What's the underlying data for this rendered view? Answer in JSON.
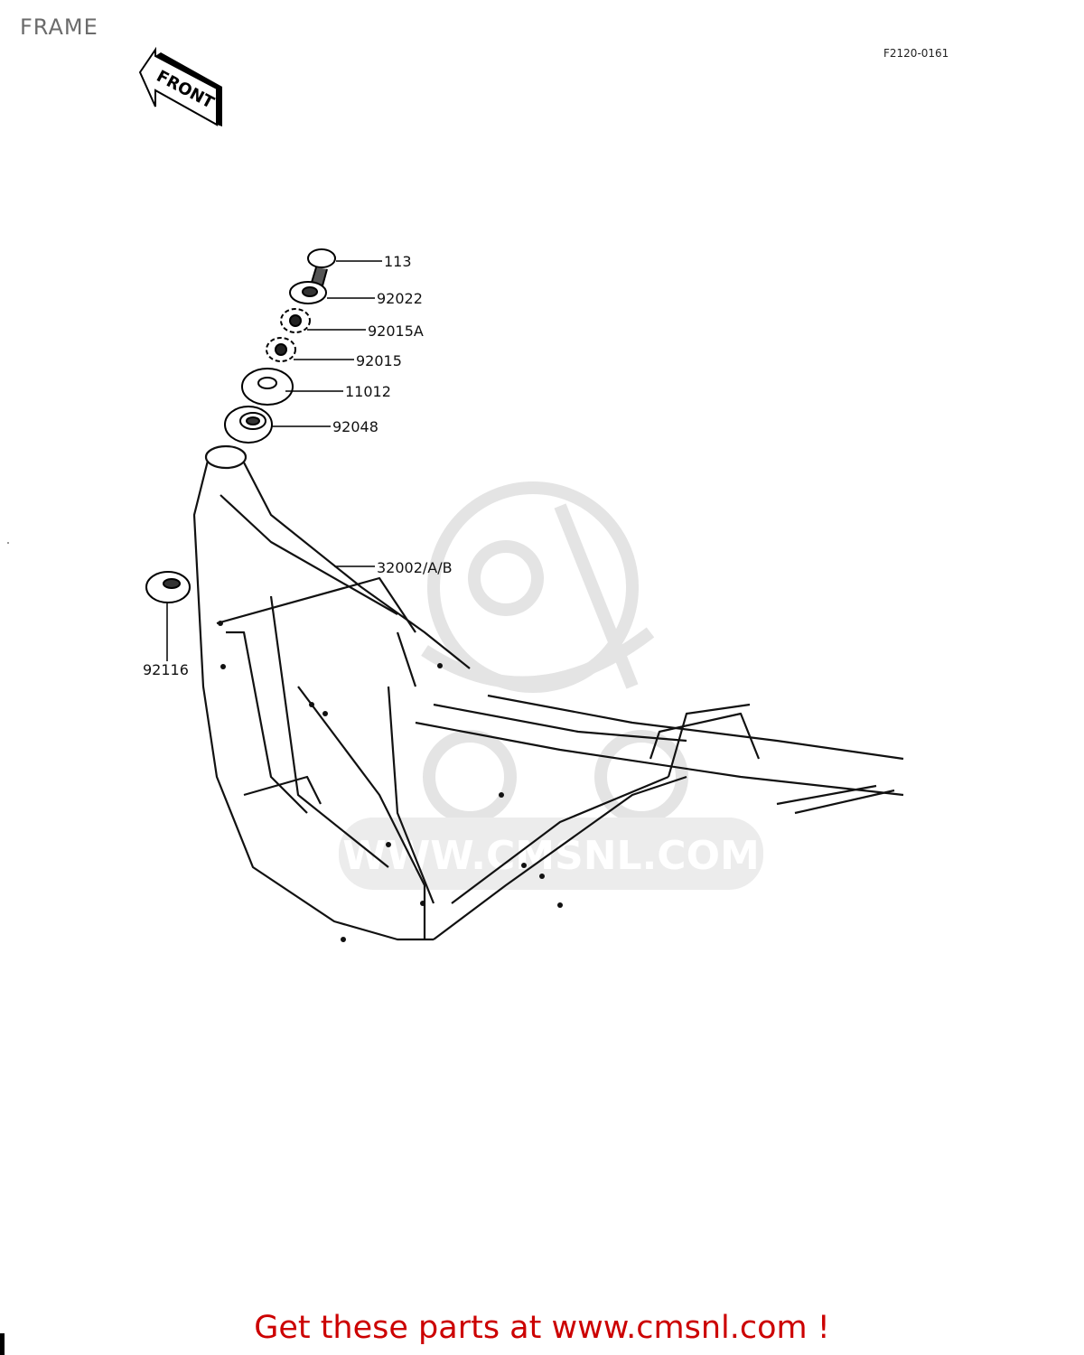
{
  "header": {
    "title": "FRAME",
    "diagram_code": "F2120-0161"
  },
  "front_indicator": {
    "label": "FRONT",
    "icon": "front-arrow-icon"
  },
  "parts": [
    {
      "ref": "113",
      "description_hint": "bolt"
    },
    {
      "ref": "92022",
      "description_hint": "washer"
    },
    {
      "ref": "92015A",
      "description_hint": "nut"
    },
    {
      "ref": "92015",
      "description_hint": "nut"
    },
    {
      "ref": "11012",
      "description_hint": "cap"
    },
    {
      "ref": "92048",
      "description_hint": "seal"
    },
    {
      "ref": "32002/A/B",
      "description_hint": "frame"
    },
    {
      "ref": "92116",
      "description_hint": "seal"
    }
  ],
  "watermark": {
    "text": "WWW.CMSNL.COM"
  },
  "footer": {
    "promo_text": "Get these parts at www.cmsnl.com !"
  },
  "colors": {
    "title": "#6b6b6b",
    "footer": "#cc0000",
    "line": "#111111",
    "watermark": "#e4e4e4"
  }
}
